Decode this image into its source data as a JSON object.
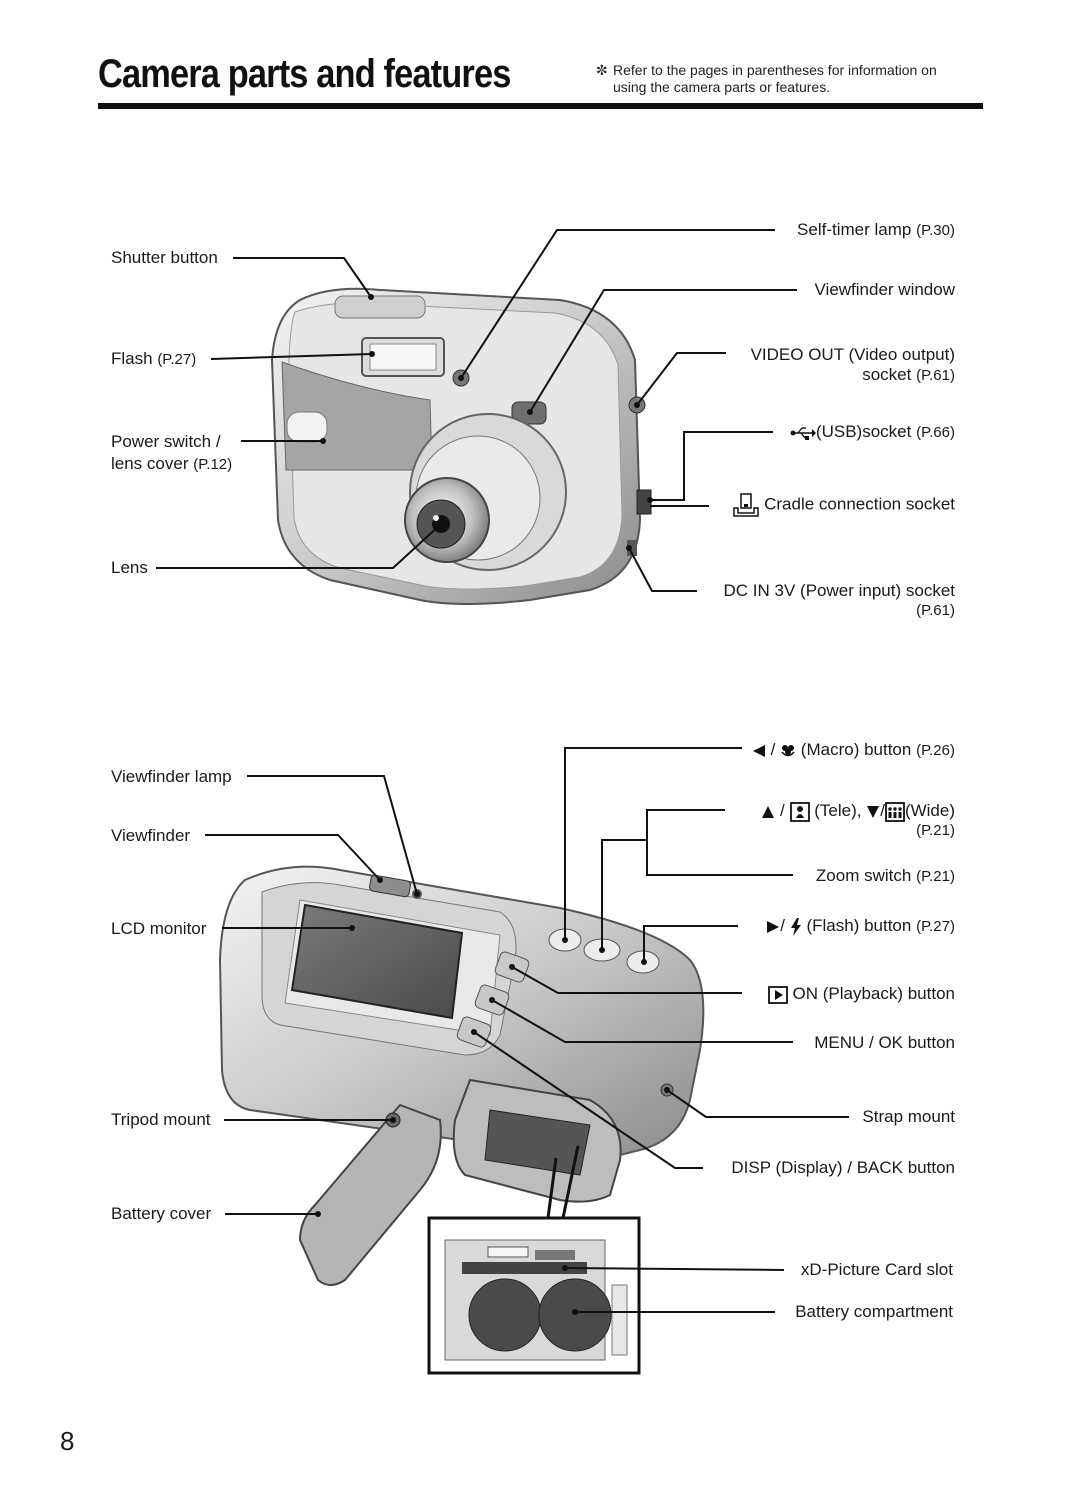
{
  "header": {
    "title": "Camera parts and features",
    "note_symbol": "✼",
    "note_line1": "Refer to the pages in parentheses for information on",
    "note_line2": "using the camera parts or features."
  },
  "front_labels": {
    "shutter_button": "Shutter button",
    "flash": "Flash",
    "flash_ref": "(P.27)",
    "power_switch_l1": "Power switch /",
    "power_switch_l2": "lens cover",
    "power_switch_ref": "(P.12)",
    "lens": "Lens",
    "self_timer": "Self-timer lamp",
    "self_timer_ref": "(P.30)",
    "viewfinder_window": "Viewfinder window",
    "video_out_l1": "VIDEO OUT (Video output)",
    "video_out_l2": "socket",
    "video_out_ref": "(P.61)",
    "usb": "(USB)socket",
    "usb_ref": "(P.66)",
    "cradle": "Cradle connection socket",
    "dc_in": "DC IN 3V (Power input) socket",
    "dc_in_ref": "(P.61)"
  },
  "back_labels": {
    "viewfinder_lamp": "Viewfinder lamp",
    "viewfinder": "Viewfinder",
    "lcd_monitor": "LCD monitor",
    "tripod_mount": "Tripod mount",
    "battery_cover": "Battery cover",
    "macro_sep": " / ",
    "macro": "(Macro) button",
    "macro_ref": "(P.26)",
    "tele_sep": " / ",
    "tele": "(Tele),",
    "wide": "(Wide)",
    "tele_wide_ref": "(P.21)",
    "zoom_switch": "Zoom switch",
    "zoom_switch_ref": "(P.21)",
    "flash_button": "(Flash) button",
    "flash_button_ref": "(P.27)",
    "playback": "ON (Playback) button",
    "menu_ok": "MENU / OK button",
    "strap_mount": "Strap mount",
    "disp_back": "DISP (Display) / BACK button",
    "xd_slot": "xD-Picture Card slot",
    "battery_compartment": "Battery compartment"
  },
  "icons": [
    "left-arrow-icon",
    "macro-flower-icon",
    "up-arrow-icon",
    "tele-icon",
    "down-arrow-icon",
    "wide-icon",
    "right-arrow-icon",
    "flash-bolt-icon",
    "playback-icon",
    "usb-icon",
    "cradle-icon"
  ],
  "page_number": "8"
}
